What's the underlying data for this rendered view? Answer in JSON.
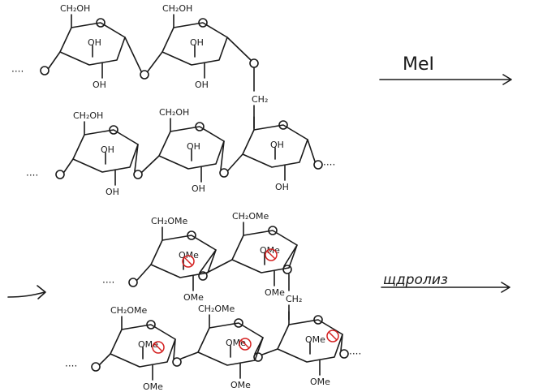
{
  "labels": {
    "ch2oh": "CH₂OH",
    "oh": "OH",
    "ch2": "CH₂",
    "ch2ome": "CH₂OMe",
    "ome": "OMe",
    "dots": "····"
  },
  "reagents": {
    "step1": "MeI",
    "step2": "щдролиз"
  },
  "colors": {
    "ink": "#1a1a1a",
    "highlight": "#d42020"
  }
}
